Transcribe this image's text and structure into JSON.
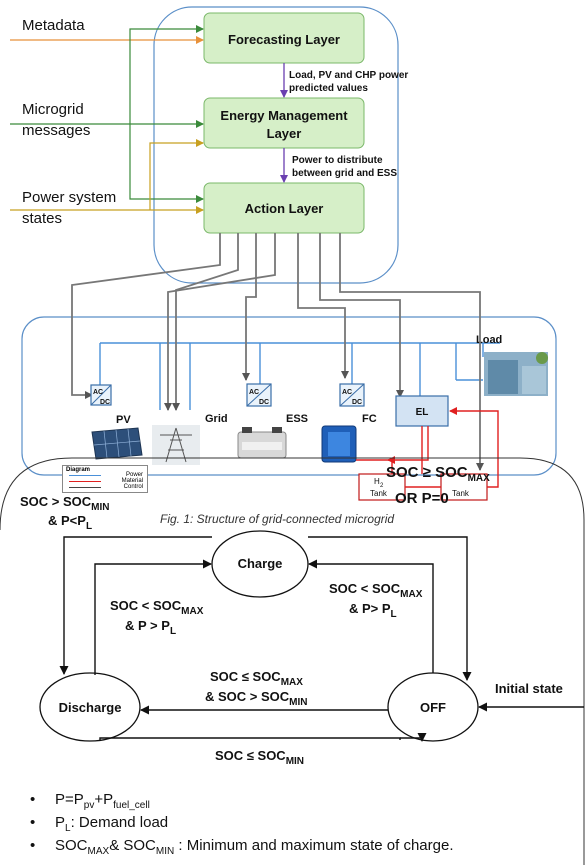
{
  "inputs": {
    "metadata": "Metadata",
    "microgrid_line1": "Microgrid",
    "microgrid_line2": "messages",
    "power_line1": "Power system",
    "power_line2": "states"
  },
  "layers": {
    "forecasting": "Forecasting Layer",
    "energy_line1": "Energy Management",
    "energy_line2": "Layer",
    "action": "Action Layer",
    "arrow1_line1": "Load, PV and CHP power",
    "arrow1_line2": "predicted values",
    "arrow2_line1": "Power to distribute",
    "arrow2_line2": "between grid and ESS"
  },
  "components": {
    "load": "Load",
    "pv": "PV",
    "grid": "Grid",
    "ess": "ESS",
    "fc": "FC",
    "el": "EL",
    "ac": "AC",
    "dc": "DC",
    "h2_tank_h": "H",
    "h2_tank_sub": "2",
    "tank": "Tank"
  },
  "legend": {
    "title": "Diagram",
    "power": "Power",
    "material": "Material",
    "control": "Control",
    "colors": {
      "power": "#4a90d9",
      "material": "#e02020",
      "control": "#444444"
    }
  },
  "overlap_text": {
    "soc_ge": "SOC ≥ SOC",
    "soc_ge_sub": "MAX",
    "or_p0": "OR P=0"
  },
  "caption": "Fig. 1: Structure of grid-connected microgrid",
  "states": {
    "charge": "Charge",
    "discharge": "Discharge",
    "off": "OFF",
    "initial": "Initial state"
  },
  "transitions": {
    "t1_a": "SOC > SOC",
    "t1_a_sub": "MIN",
    "t1_b": "&  P<P",
    "t1_b_sub": "L",
    "t2_a": "SOC < SOC",
    "t2_a_sub": "MAX",
    "t2_b": "&  P > P",
    "t2_b_sub": "L",
    "t3_a": "SOC < SOC",
    "t3_a_sub": "MAX",
    "t3_b": "&  P> P",
    "t3_b_sub": "L",
    "t4_a": "SOC ≤ SOC",
    "t4_a_sub": "MAX",
    "t4_b": "& SOC > SOC",
    "t4_b_sub": "MIN",
    "t5_a": "SOC ≤ SOC",
    "t5_a_sub": "MIN"
  },
  "notes": {
    "n1_a": "P=P",
    "n1_sub1": "pv",
    "n1_b": "+P",
    "n1_sub2": "fuel_cell",
    "n2_a": "P",
    "n2_sub": "L",
    "n2_b": ": Demand load",
    "n3_a": "SOC",
    "n3_sub1": "MAX",
    "n3_b": "& SOC",
    "n3_sub2": "MIN",
    "n3_c": " : Minimum and maximum state of charge."
  }
}
